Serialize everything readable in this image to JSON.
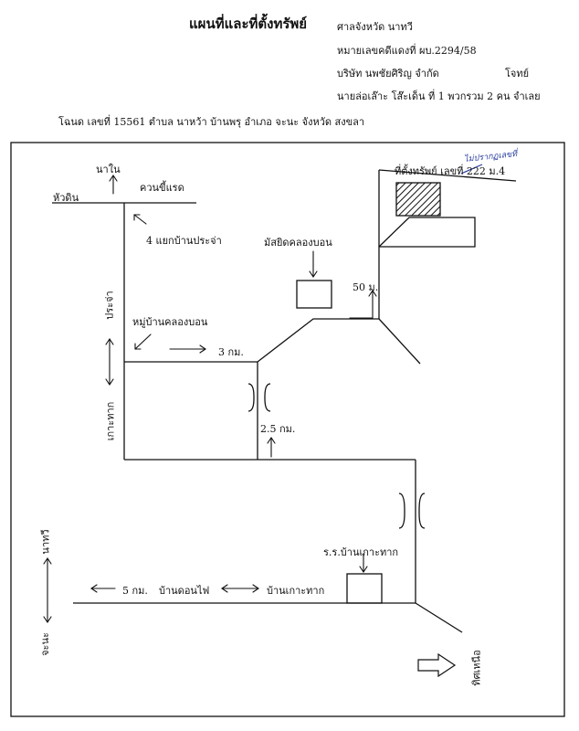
{
  "header": {
    "title": "แผนที่และที่ตั้งทรัพย์",
    "court": "ศาลจังหวัด นาทวี",
    "case_number": "หมายเลขคดีแดงที่ ผบ.2294/58",
    "plaintiff": "บริษัท นพชัยศิริญ จำกัด",
    "plaintiff_role": "โจทย์",
    "defendant": "นายล่อเล๊าะ  โส๊ะเด็น ที่ 1 พวกรวม 2 คน จำเลย",
    "deed": "โฉนด เลขที่  15561  ตำบล นาหว้า บ้านพรุ  อำเภอ จะนะ  จังหวัด สงขลา"
  },
  "map": {
    "na_nai": "นาใน",
    "hua_din": "หัวดิน",
    "kuan_khi_raet": "ควนขี้แรด",
    "junction": "4 แยกบ้านประจ่า",
    "mosque": "มัสยิดคลองบอน",
    "property": "ที่ตั้งทรัพย์  เลขที่ 222 ม.4",
    "handwritten_note": "ไม่ปรากฏเลขที่",
    "dist_50": "50 ม.",
    "village_khlong_bon": "หมู่บ้านคลองบอน",
    "dist_3km": "3 กม.",
    "dist_2_5km": "2.5 กม.",
    "pracha": "ประจ่า",
    "ko_thak_left": "เกาะทาก",
    "school": "ร.ร.บ้านเกาะทาก",
    "dist_5km": "5 กม.",
    "ban_don_fai": "บ้านดอนไฟ",
    "ban_ko_thak": "บ้านเกาะทาก",
    "natawee": "นาทวี",
    "chana": "จะนะ",
    "north": "ทิศเหนือ"
  }
}
